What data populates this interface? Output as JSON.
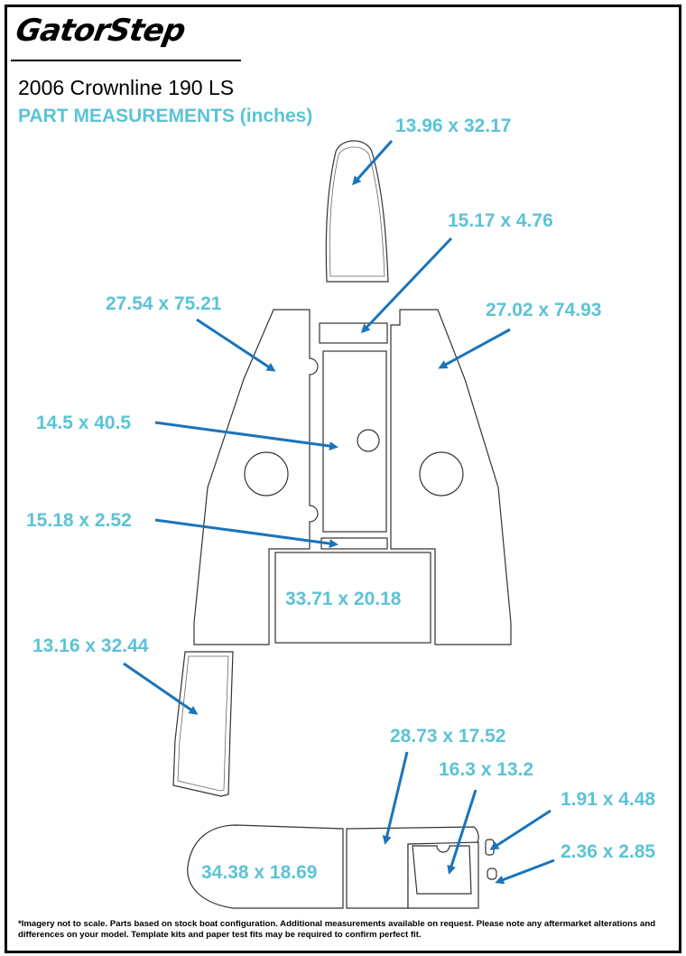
{
  "brand": {
    "logo_text": "GatorStep"
  },
  "header": {
    "title": "2006 Crownline 190 LS",
    "subtitle": "PART MEASUREMENTS (inches)"
  },
  "parts": [
    {
      "label": "13.96 x 32.17"
    },
    {
      "label": "15.17 x 4.76"
    },
    {
      "label": "27.54 x 75.21"
    },
    {
      "label": "27.02 x 74.93"
    },
    {
      "label": "14.5 x 40.5"
    },
    {
      "label": "15.18 x 2.52"
    },
    {
      "label": "33.71 x 20.18"
    },
    {
      "label": "13.16 x 32.44"
    },
    {
      "label": "28.73 x 17.52"
    },
    {
      "label": "16.3 x 13.2"
    },
    {
      "label": "1.91 x 4.48"
    },
    {
      "label": "2.36 x 2.85"
    },
    {
      "label": "34.38 x 18.69"
    }
  ],
  "colors": {
    "label": "#5bc3d6",
    "arrow": "#1a74bb",
    "outline": "#333333"
  },
  "footnote": "*Imagery not to scale. Parts based on stock boat configuration. Additional measurements available on request. Please note any aftermarket alterations and differences on your model. Template kits and paper test fits may be required to confirm perfect fit."
}
